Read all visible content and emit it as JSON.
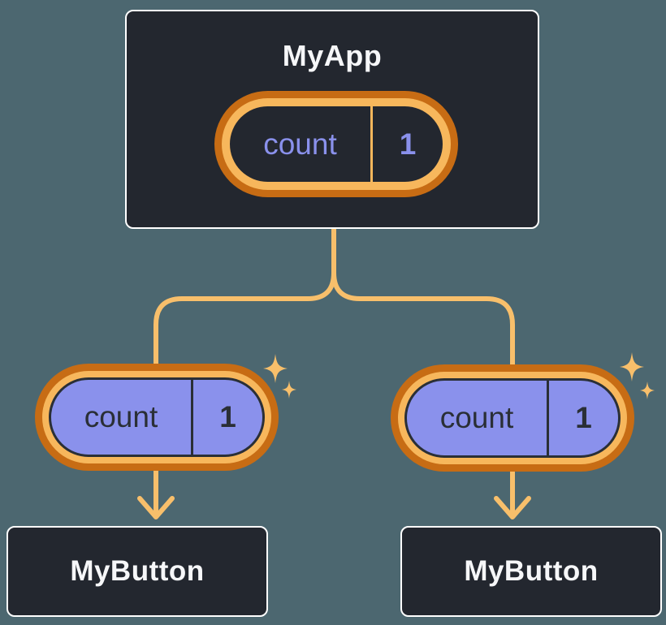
{
  "diagram": {
    "description": "Component tree with lifted state: parent component holds state shared down to two child components",
    "root": {
      "title": "MyApp",
      "state": {
        "label": "count",
        "value": "1"
      }
    },
    "children": [
      {
        "title": "MyButton",
        "state": {
          "label": "count",
          "value": "1"
        }
      },
      {
        "title": "MyButton",
        "state": {
          "label": "count",
          "value": "1"
        }
      }
    ]
  },
  "colors": {
    "background": "#4C6770",
    "card-bg": "#23272F",
    "card-border": "#FFFFFF",
    "card-text": "#F6F7F9",
    "ring-dark": "#C76C14",
    "ring-light": "#F7B75C",
    "line": "#F8BF6B",
    "state-fill": "#8A91EC",
    "state-text-dark": "#2A2F36",
    "state-text-light": "#8A91EC"
  }
}
